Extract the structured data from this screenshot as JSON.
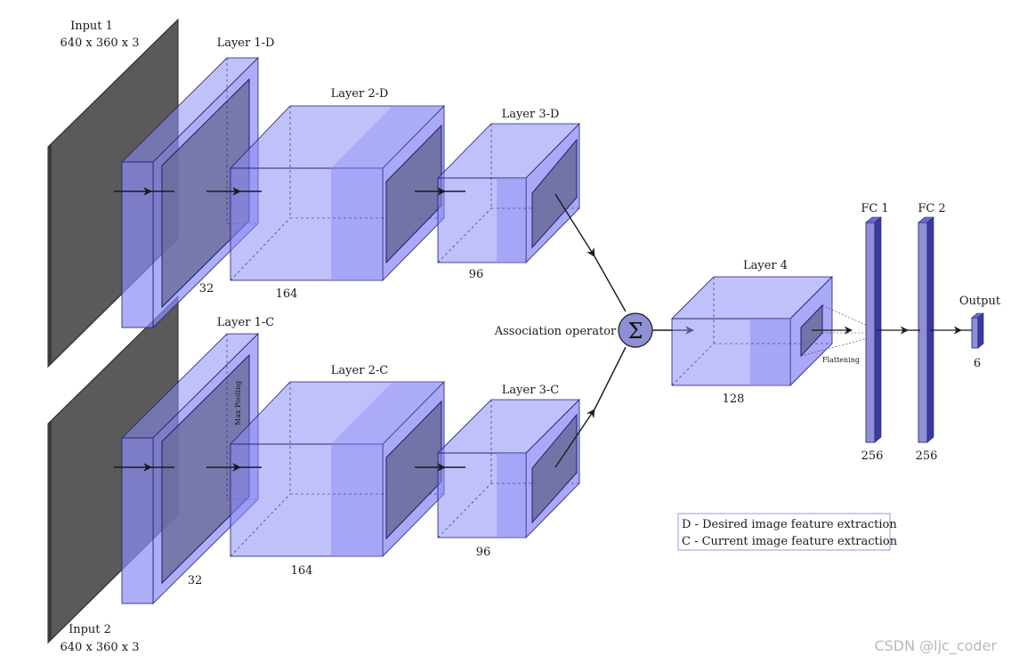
{
  "inputs": {
    "input1": {
      "title": "Input 1",
      "dims": "640 x 360 x 3"
    },
    "input2": {
      "title": "Input 2",
      "dims": "640 x 360 x 3"
    }
  },
  "branch_d": {
    "layer1": {
      "title": "Layer 1-D",
      "size": "32"
    },
    "layer2": {
      "title": "Layer 2-D",
      "size": "164"
    },
    "layer3": {
      "title": "Layer 3-D",
      "size": "96"
    }
  },
  "branch_c": {
    "layer1": {
      "title": "Layer 1-C",
      "size": "32",
      "pool_note": "Max Pooling"
    },
    "layer2": {
      "title": "Layer 2-C",
      "size": "164"
    },
    "layer3": {
      "title": "Layer 3-C",
      "size": "96"
    }
  },
  "association": {
    "label": "Association operator",
    "symbol": "Σ"
  },
  "layer4": {
    "title": "Layer 4",
    "size": "128",
    "flatten_note": "Flattening"
  },
  "fc1": {
    "title": "FC 1",
    "size": "256"
  },
  "fc2": {
    "title": "FC 2",
    "size": "256"
  },
  "output": {
    "title": "Output",
    "size": "6"
  },
  "legend": {
    "line1": "D - Desired image feature extraction",
    "line2": "C - Current image feature extraction"
  },
  "watermark": "CSDN @ljc_coder",
  "colors": {
    "block_fill": "#8c8cf5",
    "block_edge": "#1e1e6e",
    "input_fill": "#5a5a5a",
    "pool_fill": "#6a6a9a",
    "fc_fill": "#8f8fd6",
    "legend_border": "#b9b9f2"
  }
}
